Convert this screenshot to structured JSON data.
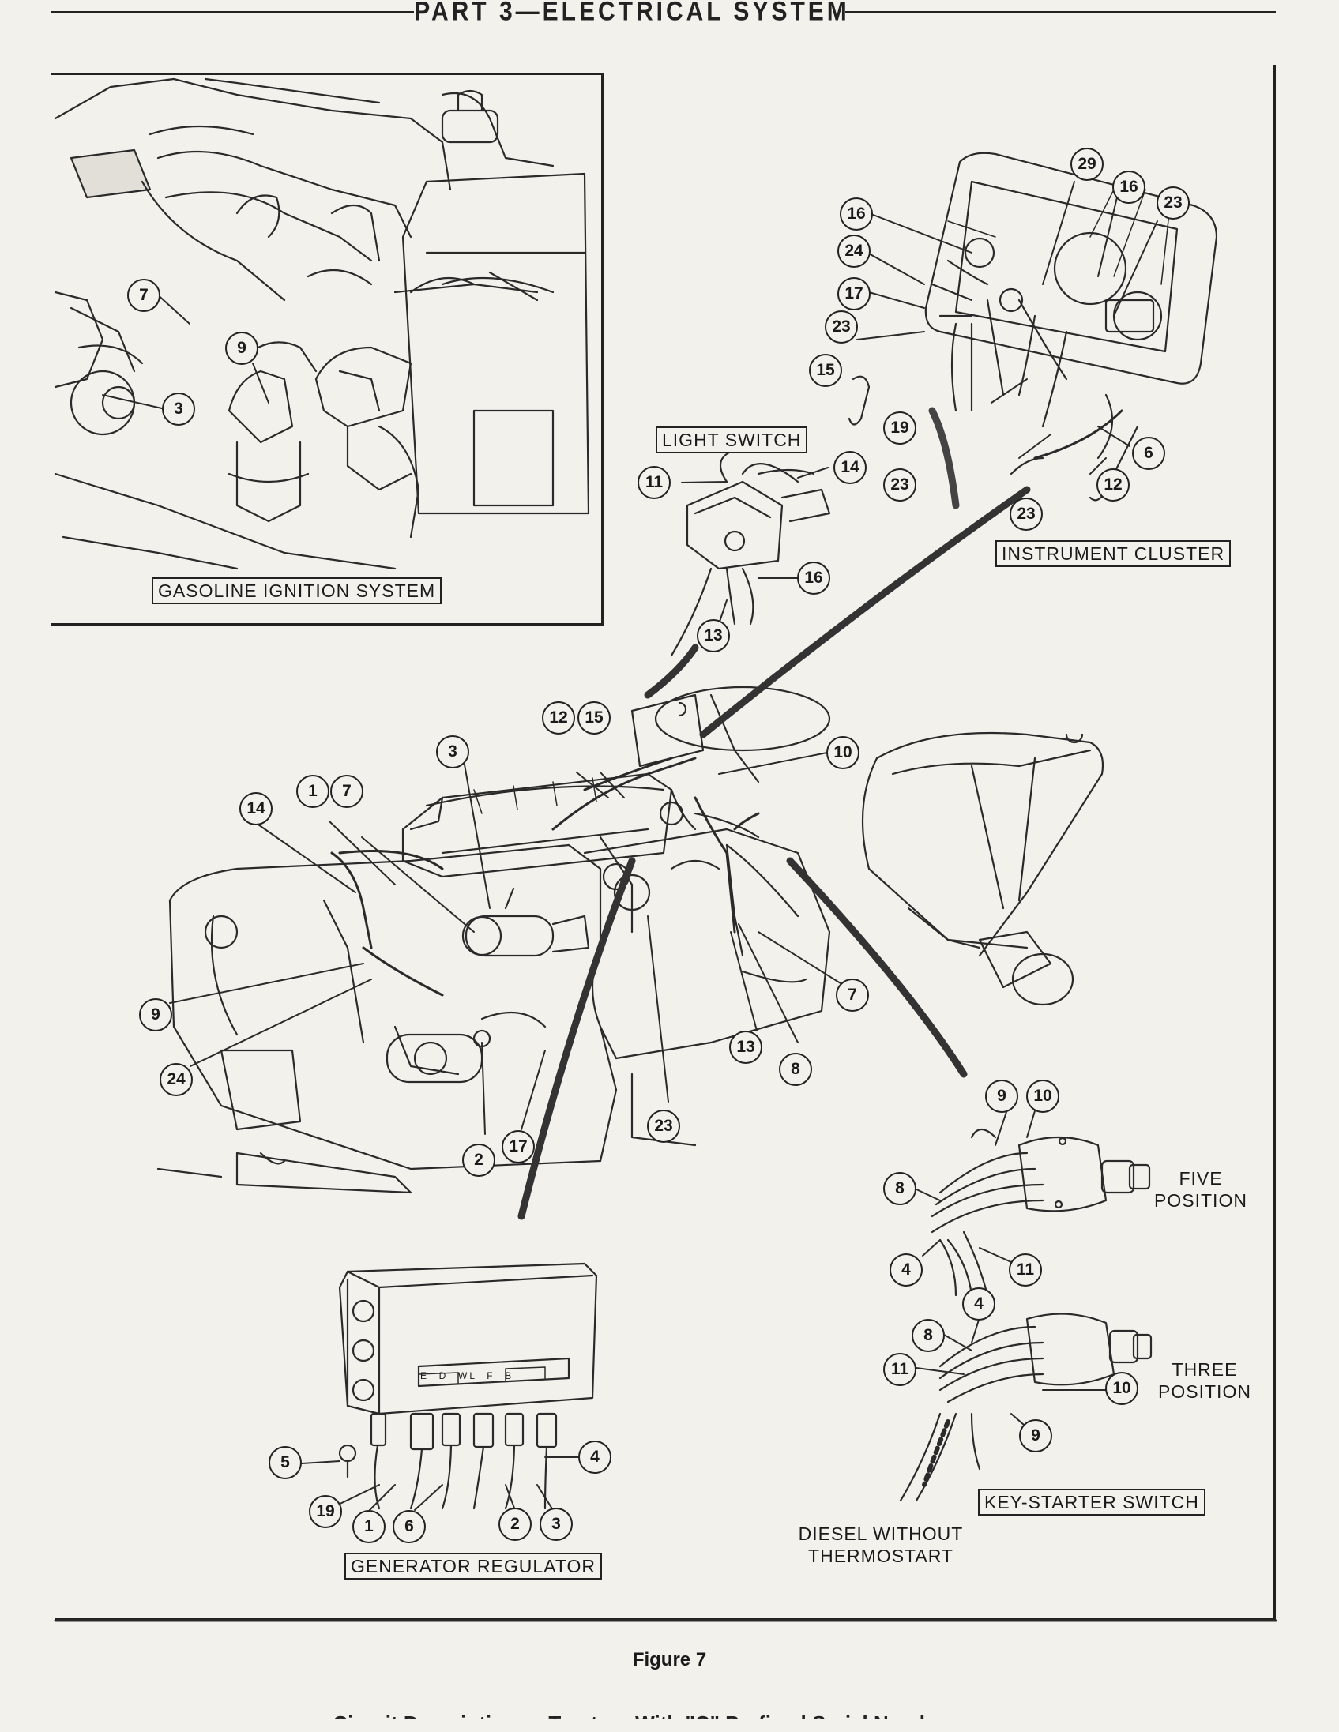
{
  "header": {
    "title": "PART 3—ELECTRICAL SYSTEM"
  },
  "sections": {
    "gasoline_ignition": "GASOLINE IGNITION SYSTEM",
    "light_switch": "LIGHT SWITCH",
    "instrument_cluster": "INSTRUMENT CLUSTER",
    "generator_regulator": "GENERATOR REGULATOR",
    "key_starter_switch": "KEY-STARTER SWITCH",
    "five_position": "FIVE\nPOSITION",
    "three_position": "THREE\nPOSITION",
    "diesel_note": "DIESEL WITHOUT\nTHERMOSTART"
  },
  "regulator_terminals": "E  D  WL  F  B",
  "callouts": {
    "ign_7": "7",
    "ign_9": "9",
    "ign_3": "3",
    "ic_16a": "16",
    "ic_29": "29",
    "ic_16b": "16",
    "ic_23a": "23",
    "ic_24": "24",
    "ic_17": "17",
    "ic_23b": "23",
    "ic_15": "15",
    "ic_19": "19",
    "ic_23c": "23",
    "ic_6": "6",
    "ic_12": "12",
    "ic_23d": "23",
    "ls_11": "11",
    "ls_14": "14",
    "ls_16": "16",
    "ls_13": "13",
    "m_12": "12",
    "m_15": "15",
    "m_3": "3",
    "m_10": "10",
    "m_14": "14",
    "m_1": "1",
    "m_7a": "7",
    "m_9": "9",
    "m_24": "24",
    "m_2": "2",
    "m_17": "17",
    "m_23": "23",
    "m_13": "13",
    "m_8": "8",
    "m_7b": "7",
    "k5_9": "9",
    "k5_10": "10",
    "k5_8": "8",
    "k5_4": "4",
    "k5_11": "11",
    "k3_4": "4",
    "k3_8": "8",
    "k3_11": "11",
    "k3_10": "10",
    "k3_9": "9",
    "gr_5": "5",
    "gr_4": "4",
    "gr_19": "19",
    "gr_1": "1",
    "gr_6": "6",
    "gr_2": "2",
    "gr_3": "3"
  },
  "figure": {
    "caption": "Figure 7",
    "subcaption": "Circuit Description — Tractors With \"C\" Prefixed Serial Numbers"
  }
}
